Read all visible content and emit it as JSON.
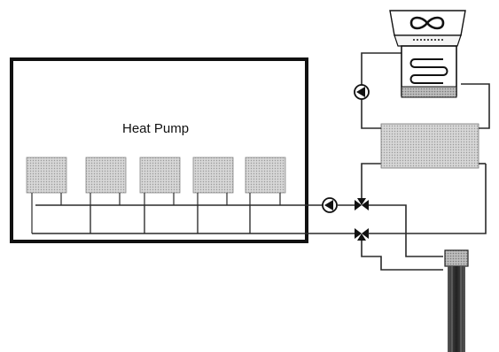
{
  "diagram": {
    "title_label": "Heat Pump",
    "radiator_count": 5,
    "icons": [
      "building-outline",
      "radiator",
      "circulation-pump",
      "three-way-valve",
      "heat-exchanger",
      "fan-coil-unit",
      "ground-borehole"
    ],
    "colors": {
      "line": "#2a2a2a",
      "radiator_fill": "#cfcfcf",
      "exchanger_fill": "#c4c4c4",
      "borehole": "#333333",
      "background": "#ffffff"
    }
  }
}
